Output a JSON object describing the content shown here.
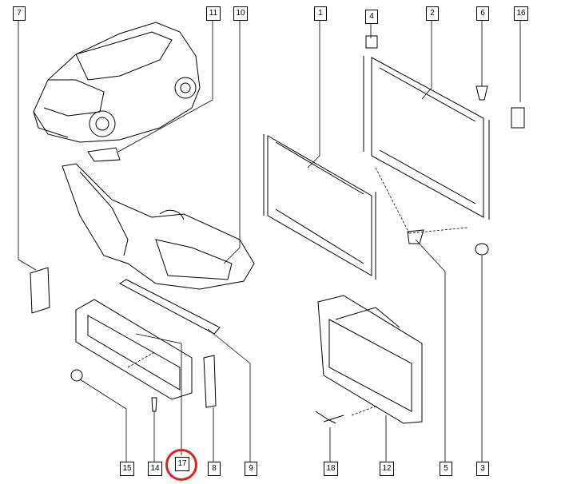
{
  "callouts": {
    "c1": "1",
    "c2": "2",
    "c3": "3",
    "c4": "4",
    "c5": "5",
    "c6": "6",
    "c7": "7",
    "c8": "8",
    "c9": "9",
    "c10": "10",
    "c11": "11",
    "c12": "12",
    "c14": "14",
    "c15": "15",
    "c16": "16",
    "c17": "17",
    "c18": "18"
  },
  "colors": {
    "line": "#000000",
    "highlight": "#e02020",
    "background": "#ffffff"
  }
}
